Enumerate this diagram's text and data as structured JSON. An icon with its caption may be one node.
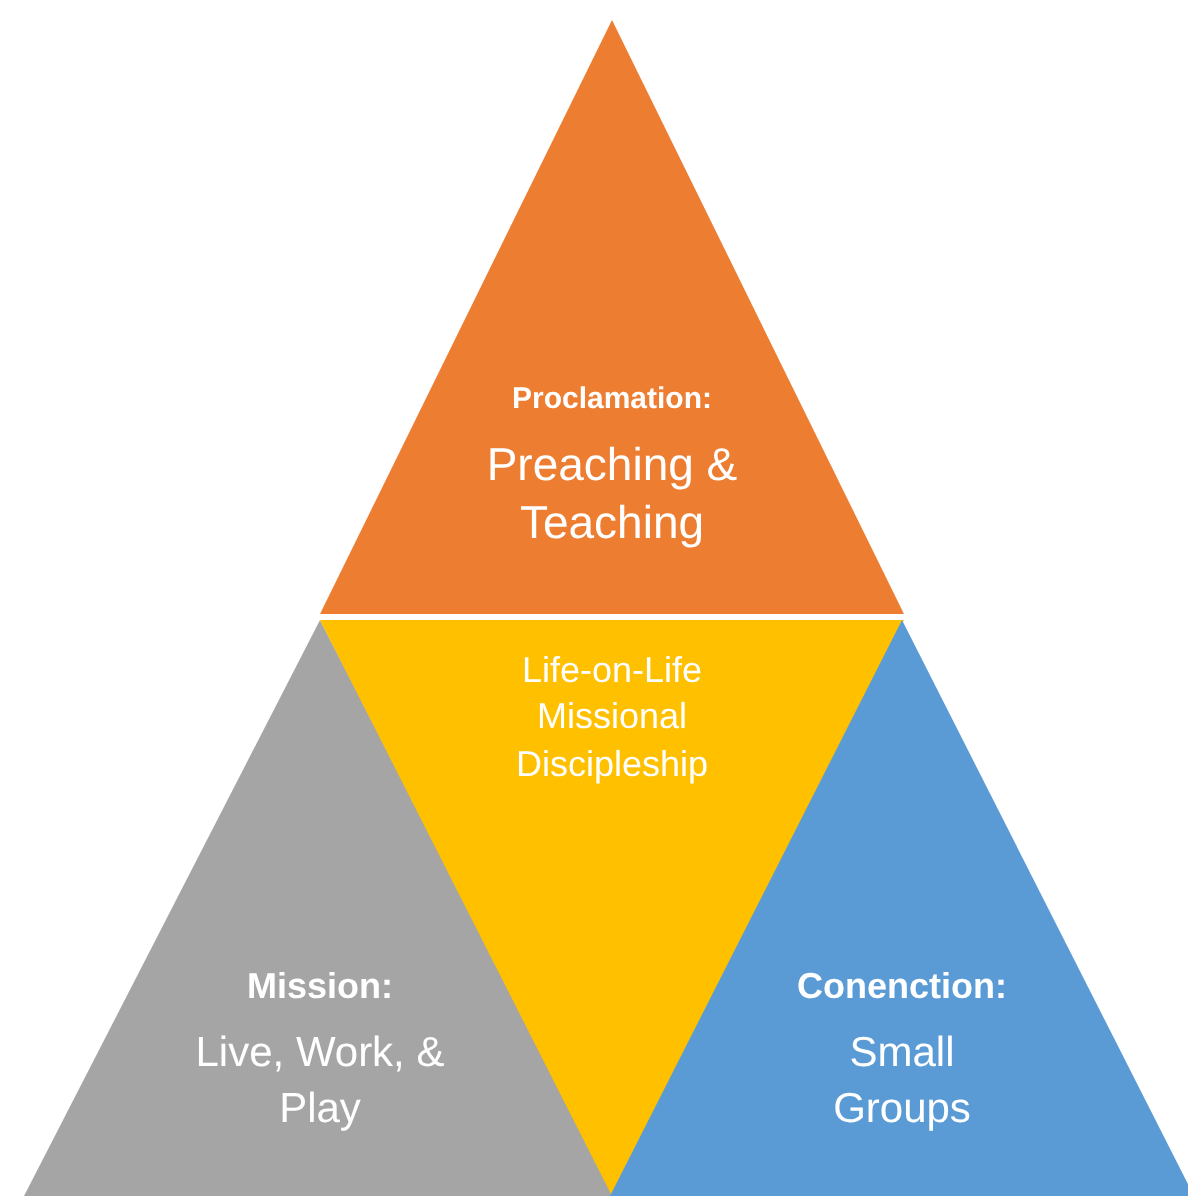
{
  "diagram": {
    "nodes": [
      {
        "text": [
          "Proclamation:",
          "Preaching & Teaching"
        ]
      },
      {
        "text": [
          "Mission:",
          "Live, Work, & Play"
        ]
      },
      {
        "text": [
          "Life-on-Life Missional Discipleship"
        ]
      },
      {
        "text": [
          "Conenction:",
          "Small Groups"
        ]
      }
    ]
  }
}
